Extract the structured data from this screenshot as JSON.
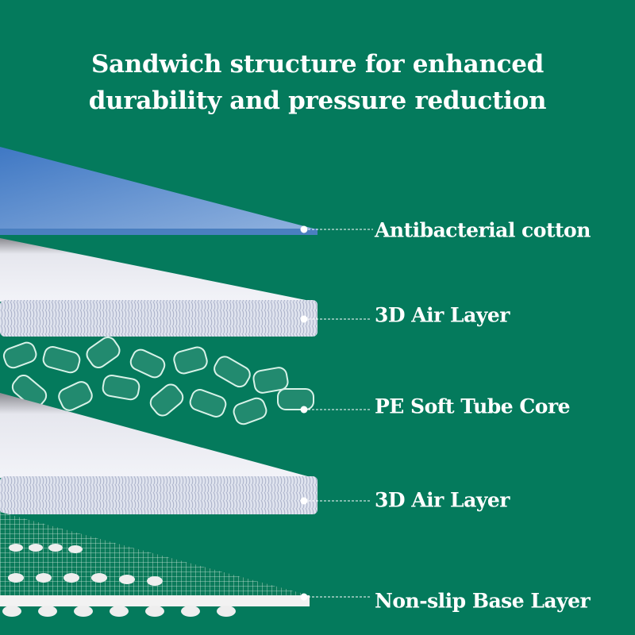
{
  "title": {
    "line1": "Sandwich structure for enhanced",
    "line2": "durability and pressure reduction"
  },
  "layers": [
    {
      "label": "Antibacterial cotton"
    },
    {
      "label": "3D Air Layer"
    },
    {
      "label": "PE Soft Tube Core"
    },
    {
      "label": "3D Air Layer"
    },
    {
      "label": "Non-slip Base Layer"
    }
  ],
  "colors": {
    "background": "#047a5c",
    "cotton": "#4a7fc0",
    "air_layer": "#e4e7f0",
    "text": "#ffffff"
  }
}
